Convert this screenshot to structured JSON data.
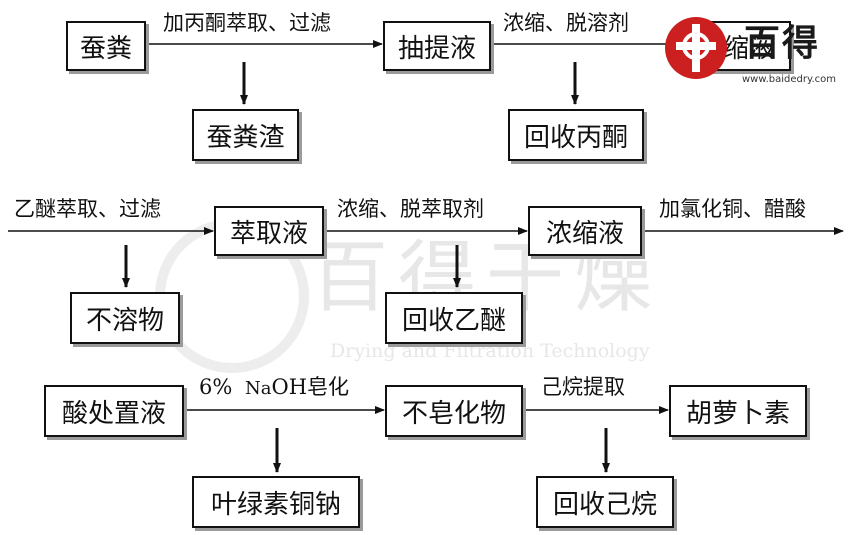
{
  "watermark": {
    "brand": "百得",
    "url": "www.baidedry.com",
    "background_cn": "百得干燥",
    "background_en": "Drying and Filtration Technology"
  },
  "nodes": {
    "silkworm_feces": "蚕粪",
    "extract": "抽提液",
    "concentrate_1": "浓缩液",
    "feces_residue": "蚕粪渣",
    "recover_acetone": "回收丙酮",
    "extract_liquid": "萃取液",
    "concentrate_2": "浓缩液",
    "insoluble": "不溶物",
    "recover_ether": "回收乙醚",
    "acid_treatment": "酸处置液",
    "unsaponifiable": "不皂化物",
    "carotene": "胡萝卜素",
    "chlorophyllin": "叶绿素铜钠",
    "recover_hexane": "回收己烷"
  },
  "edges": {
    "acetone_extract_filter": "加丙酮萃取、过滤",
    "concentrate_remove_solvent": "浓缩、脱溶剂",
    "ether_extract_filter": "乙醚萃取、过滤",
    "concentrate_remove_extractant": "浓缩、脱萃取剂",
    "add_copper_chloride_acetic": "加氯化铜、醋酸",
    "naoh_pct": "6%",
    "naoh_na": "Na",
    "naoh_oh": "OH",
    "saponify": "皂化",
    "hexane_extract": "己烷提取"
  },
  "colors": {
    "line": "#111111",
    "shadow": "#9a9a9a",
    "logo_red": "#cc1f1f",
    "watermark": "#e7e7e7"
  }
}
